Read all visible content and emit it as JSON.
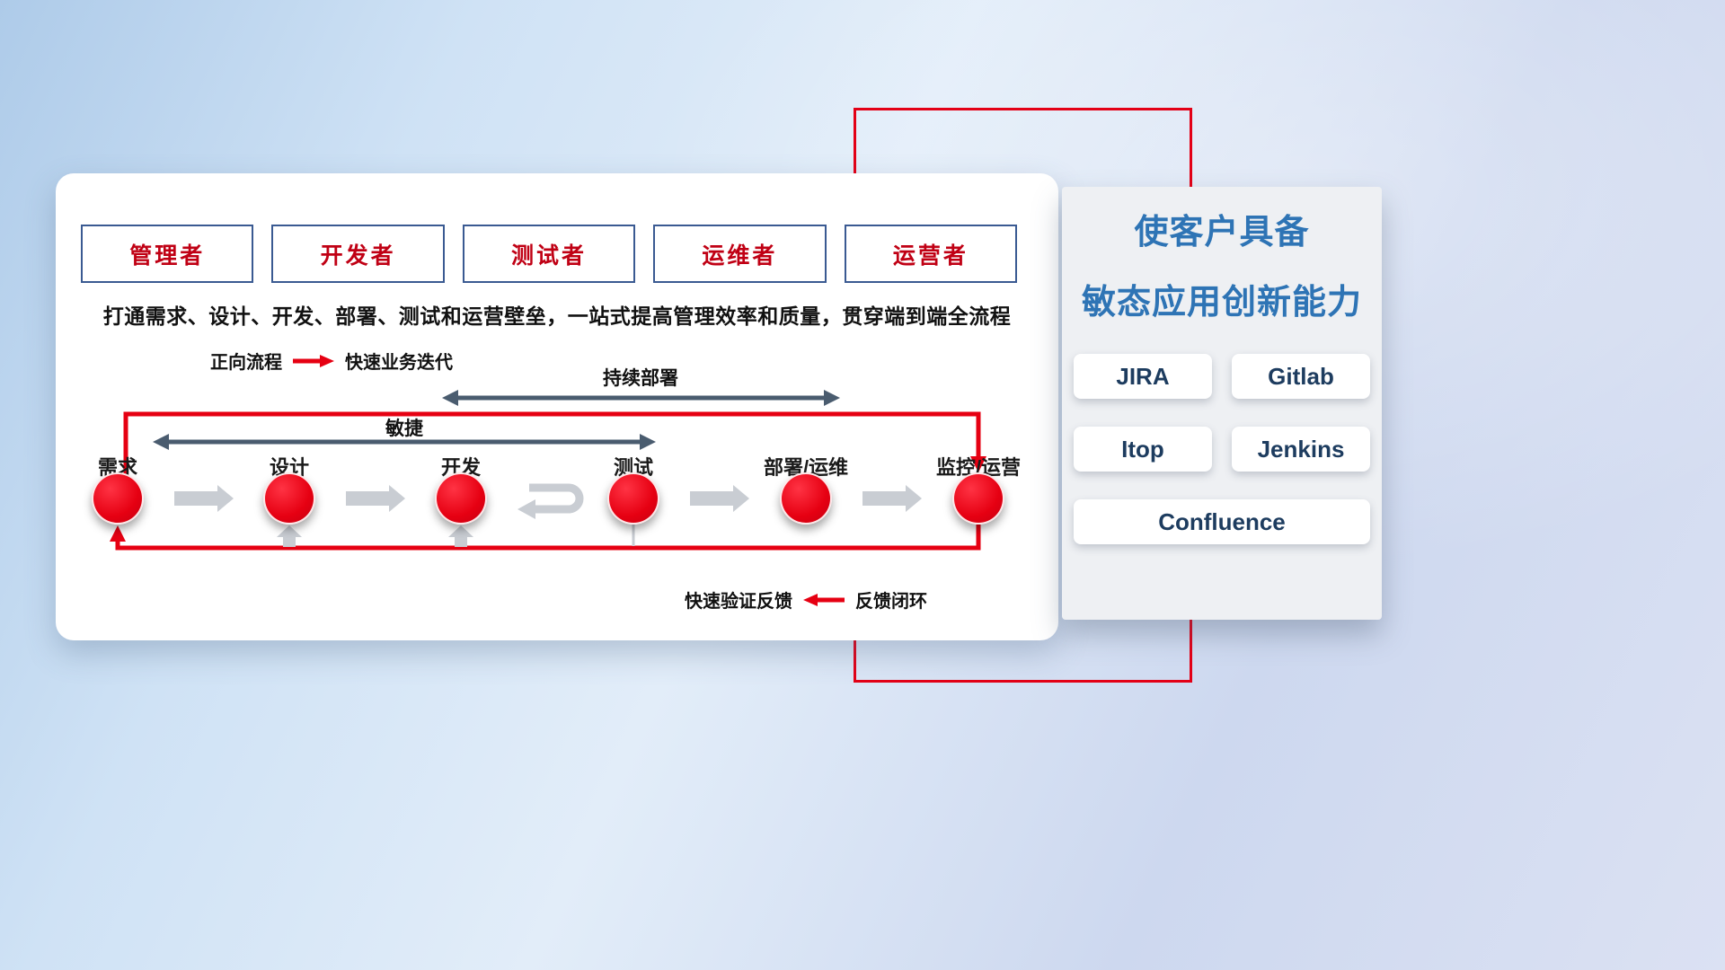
{
  "card": {
    "roles": [
      "管理者",
      "开发者",
      "测试者",
      "运维者",
      "运营者"
    ],
    "description": "打通需求、设计、开发、部署、测试和运营壁垒，一站式提高管理效率和质量，贯穿端到端全流程",
    "forward_legend": {
      "label": "正向流程",
      "desc": "快速业务迭代"
    },
    "feedback_legend": {
      "desc": "快速验证反馈",
      "label": "反馈闭环"
    },
    "flow": {
      "continuous_deployment_label": "持续部署",
      "agile_label": "敏捷",
      "stages": [
        "需求",
        "设计",
        "开发",
        "测试",
        "部署/运维",
        "监控/运营"
      ]
    }
  },
  "panel": {
    "title_line1": "使客户具备",
    "title_line2": "敏态应用创新能力",
    "tools": [
      "JIRA",
      "Gitlab",
      "Itop",
      "Jenkins",
      "Confluence"
    ]
  },
  "colors": {
    "accent_red": "#e60012",
    "title_blue": "#2e74b5",
    "tool_text": "#1d3c5f",
    "dark_arrow": "#4a5c6f",
    "gray_arrow": "#c9cdd3"
  }
}
